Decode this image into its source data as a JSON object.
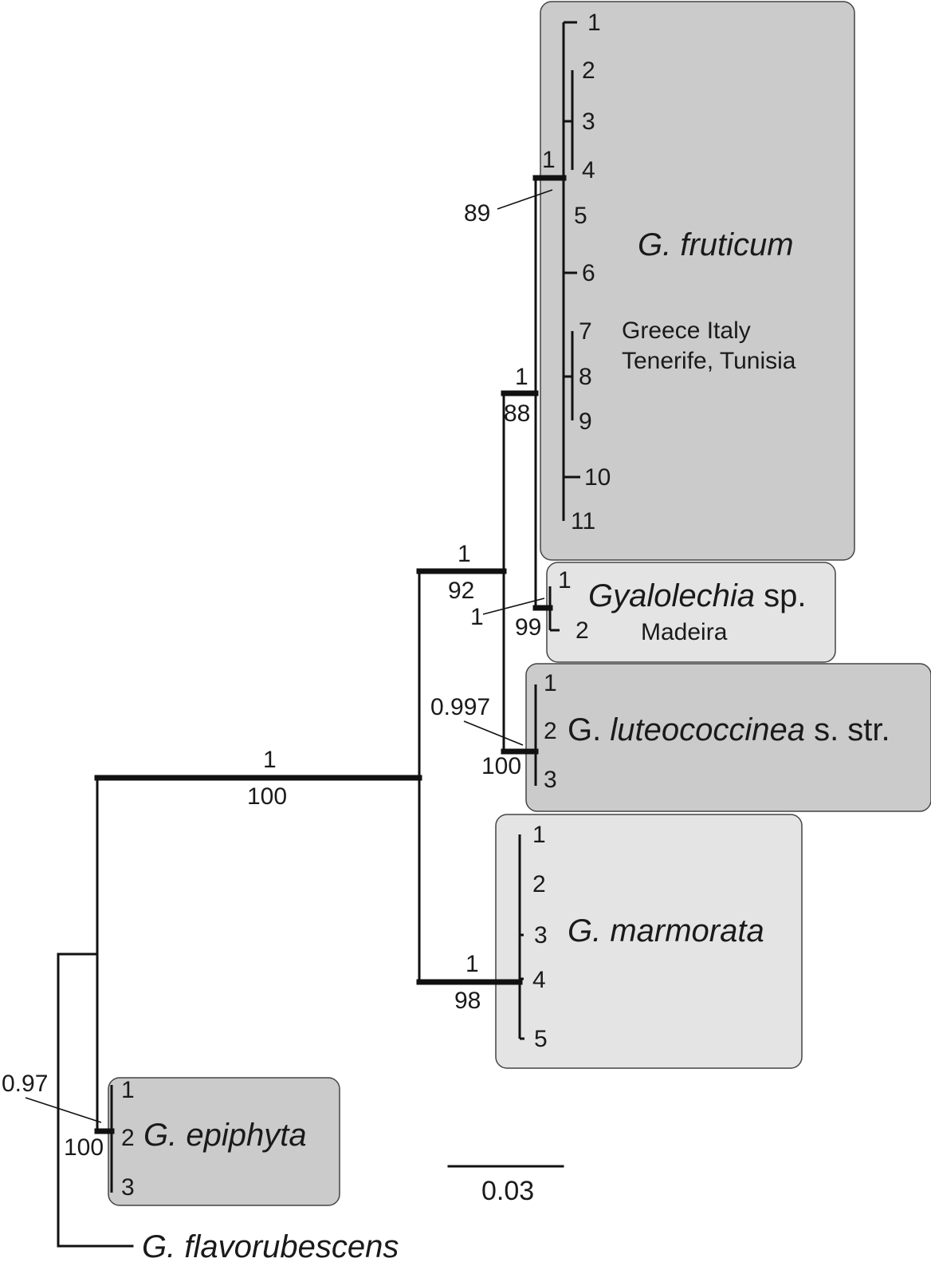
{
  "clades": {
    "fruticum": {
      "name": "G. fruticum",
      "region_line1": "Greece Italy",
      "region_line2": "Tenerife, Tunisia",
      "leaves": [
        "1",
        "2",
        "3",
        "4",
        "5",
        "6",
        "7",
        "8",
        "9",
        "10",
        "11"
      ],
      "support_pp": "1",
      "support_bs": "89"
    },
    "gyalolechia": {
      "name_italic": "Gyalolechia",
      "name_rest": " sp.",
      "region": "Madeira",
      "leaves": [
        "1",
        "2"
      ],
      "support_pp": "1",
      "support_bs": "99"
    },
    "fruticum_gyalolechia": {
      "support_pp": "1",
      "support_bs": "88"
    },
    "luteococcinea": {
      "name_prefix": "G. ",
      "name_italic": "luteococcinea",
      "name_suffix": " s. str.",
      "leaves": [
        "1",
        "2",
        "3"
      ],
      "support_pp": "0.997",
      "support_bs": "100"
    },
    "upper_group": {
      "support_pp": "1",
      "support_bs": "92"
    },
    "marmorata": {
      "name": "G. marmorata",
      "leaves": [
        "1",
        "2",
        "3",
        "4",
        "5"
      ],
      "support_pp": "1",
      "support_bs": "98"
    },
    "ingroup": {
      "support_pp": "1",
      "support_bs": "100"
    },
    "epiphyta": {
      "name": "G. epiphyta",
      "leaves": [
        "1",
        "2",
        "3"
      ],
      "support_pp": "0.97",
      "support_bs": "100"
    },
    "outgroup": {
      "name": "G. flavorubescens"
    }
  },
  "scale_bar": {
    "label": "0.03",
    "value": 0.03
  },
  "colors": {
    "dark_box": "#cbcbcb",
    "light_box": "#e4e4e4",
    "line": "#111111"
  }
}
